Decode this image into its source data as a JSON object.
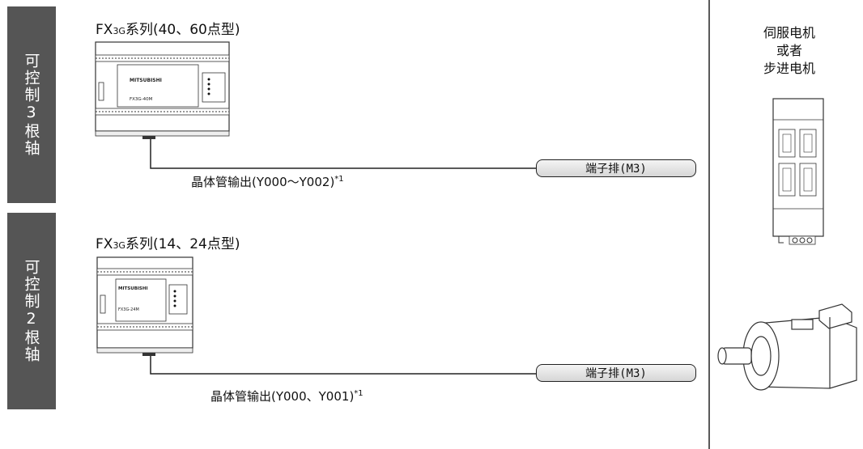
{
  "sections": [
    {
      "band_label": "可控制3根轴",
      "plc_series": "FX",
      "plc_series_sub": "3G",
      "plc_title_rest": "系列(40、60点型)",
      "plc_brand": "MITSUBISHI",
      "plc_model": "FX3G-40M",
      "output_label": "晶体管输出(Y000～Y002)",
      "footnote_mark": "*1",
      "terminal_label": "端子排(M3)"
    },
    {
      "band_label": "可控制2根轴",
      "plc_series": "FX",
      "plc_series_sub": "3G",
      "plc_title_rest": "系列(14、24点型)",
      "plc_brand": "MITSUBISHI",
      "plc_model": "FX3G-24M",
      "output_label": "晶体管输出(Y000、Y001)",
      "footnote_mark": "*1",
      "terminal_label": "端子排(M3)"
    }
  ],
  "target": {
    "line1": "伺服电机",
    "line2": "或者",
    "line3": "步进电机"
  }
}
